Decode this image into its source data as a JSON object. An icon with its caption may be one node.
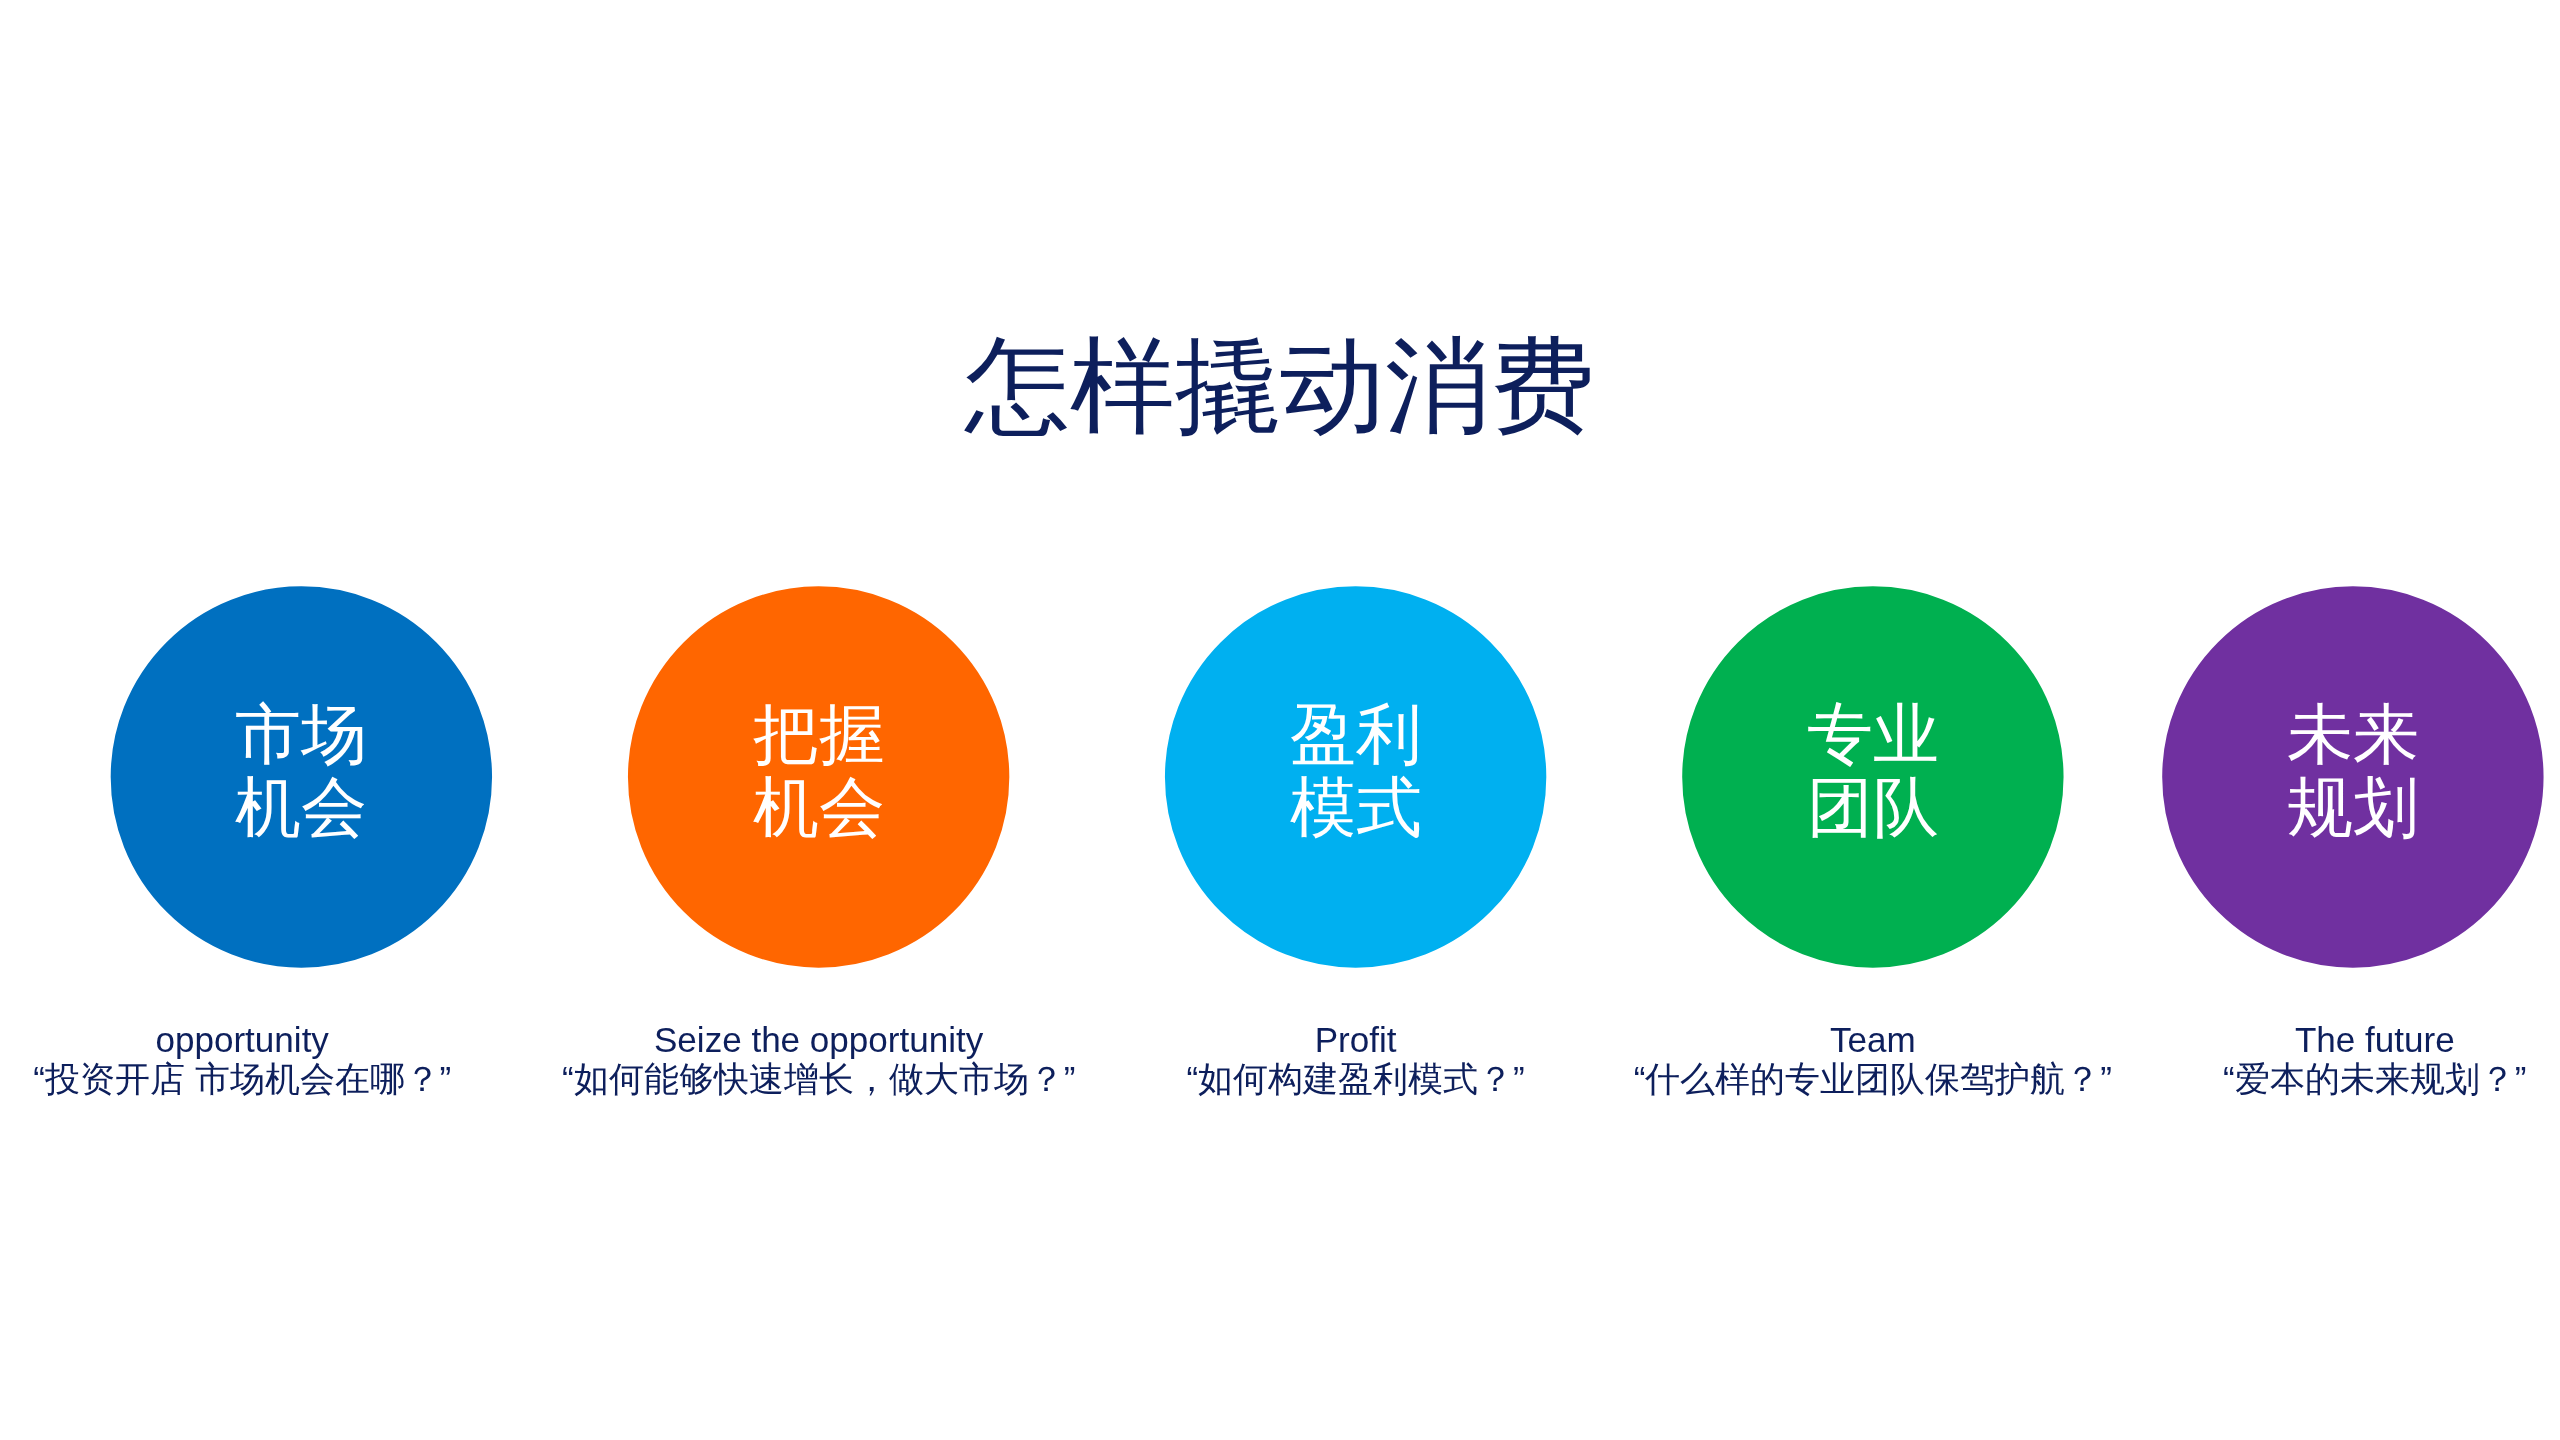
{
  "diagram": {
    "title": "怎样撬动消费",
    "nodes": [
      {
        "text": [
          "市场机会"
        ],
        "beside": [
          "opportunity",
          "“投资开店 市场机会在哪？”"
        ]
      },
      {
        "text": [
          "把握机会"
        ],
        "beside": [
          "Seize the opportunity",
          "“如何能够快速增长，做大市场？”"
        ]
      },
      {
        "text": [
          "盈利模式"
        ],
        "beside": [
          "Profit",
          "“如何构建盈利模式？”"
        ]
      },
      {
        "text": [
          "专业团队"
        ],
        "beside": [
          "Team",
          "“什么样的专业团队保驾护航？”"
        ]
      },
      {
        "text": [
          "未来规划"
        ],
        "beside": [
          "The future",
          "“爱本的未来规划？”"
        ]
      }
    ],
    "edges": []
  }
}
